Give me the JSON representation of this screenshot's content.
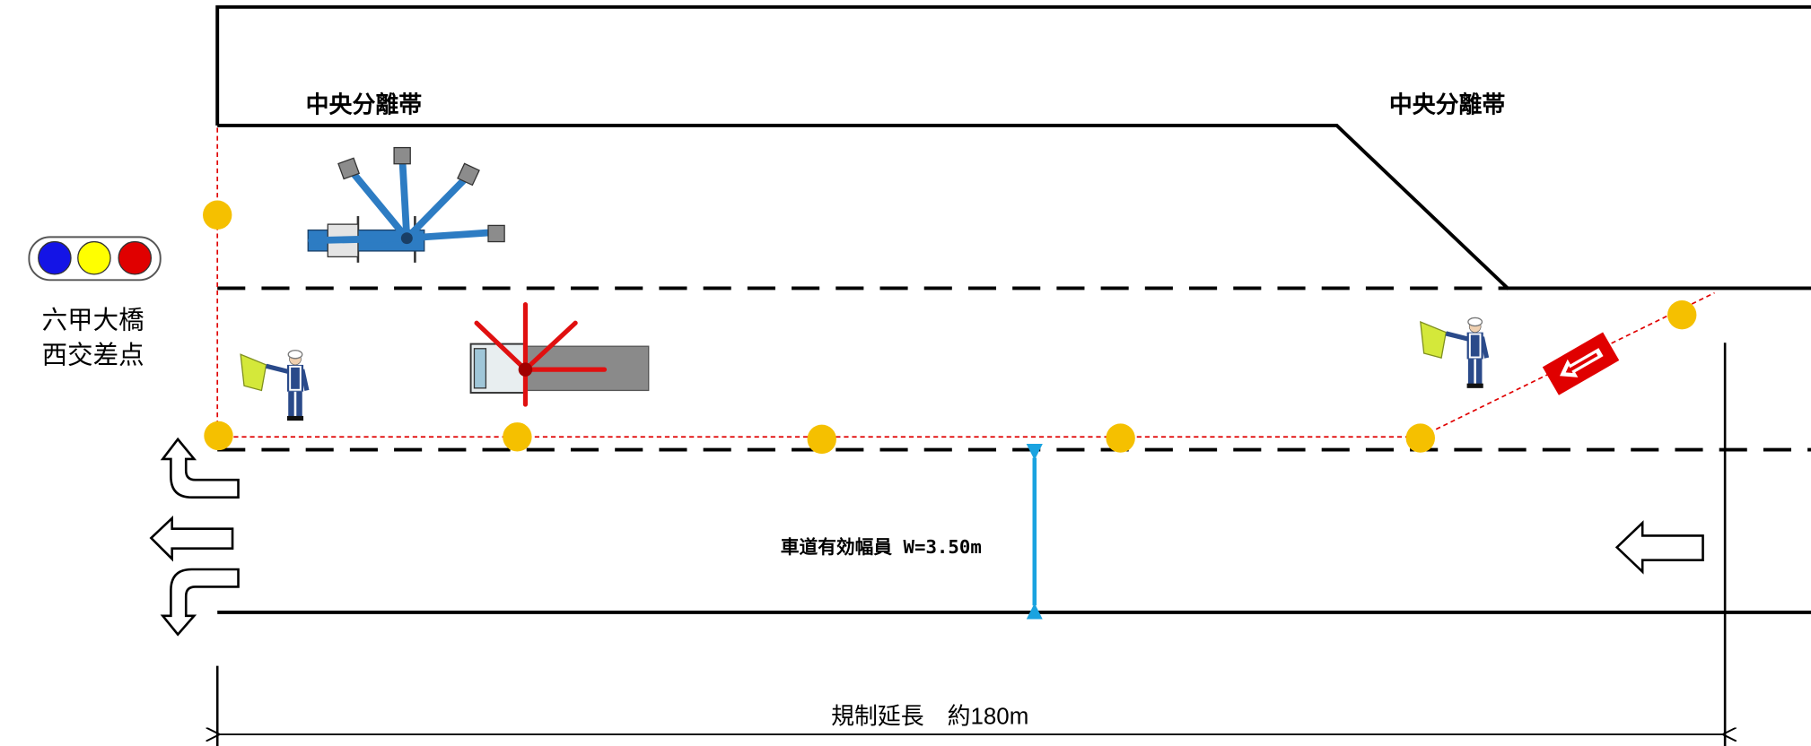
{
  "labels": {
    "median_left": "中央分離帯",
    "median_right": "中央分離帯",
    "intersection_line1": "六甲大橋",
    "intersection_line2": "西交差点",
    "lane_width": "車道有効幅員 W=3.50m",
    "regulation_length": "規制延長　約180m"
  },
  "colors": {
    "cone": "#f5c000",
    "regulation_line": "#e00000",
    "width_arrow": "#1aa3e0",
    "blue_crane": "#2d7cc3",
    "red_crane": "#e01010",
    "trailer": "#8a8a8a",
    "signal_blue": "#1414e6",
    "signal_yellow": "#ffff00",
    "signal_red": "#e00000",
    "flag": "#d4e83a",
    "flagman_uniform": "#2a4a8a",
    "sign": "#e00000"
  },
  "icons": [
    "traffic-signal-icon",
    "safety-cone-icon",
    "aerial-work-vehicle-icon",
    "crane-truck-icon",
    "flagman-icon",
    "arrow-board-sign-icon",
    "lane-arrow-uturn-icon",
    "lane-arrow-straight-icon",
    "lane-arrow-turn-icon"
  ]
}
